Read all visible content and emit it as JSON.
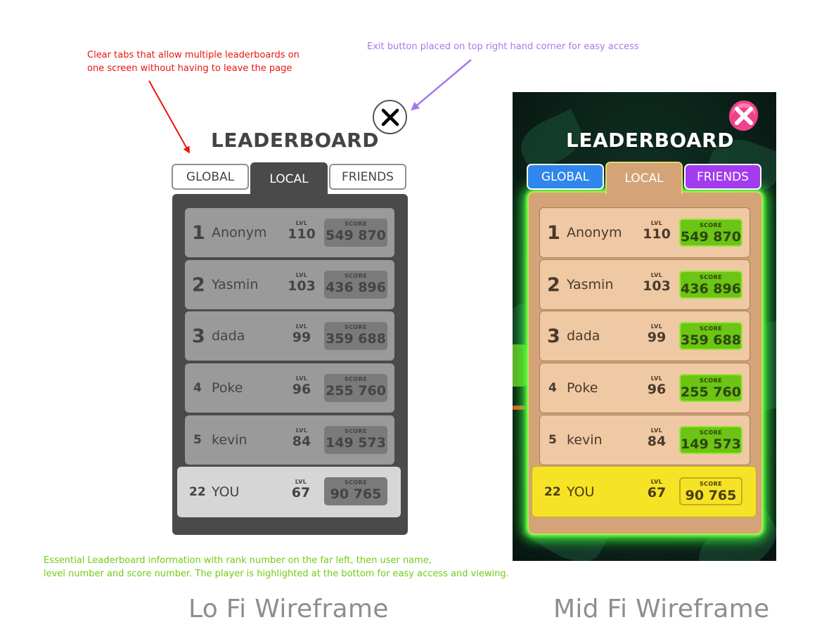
{
  "annotations": {
    "tabs_note": [
      "Clear tabs that allow multiple leaderboards on",
      "one screen without having to leave the page"
    ],
    "exit_note": "Exit button placed on top right hand corner for easy access",
    "info_note": [
      "Essential Leaderboard information with rank number on the far left, then user name,",
      "level number and score number. The player is highlighted at the bottom for easy access and viewing."
    ],
    "colors": {
      "tabs_note": "#e8140e",
      "exit_note": "#a678ec",
      "info_note": "#70cc14"
    }
  },
  "captions": {
    "lofi": "Lo Fi Wireframe",
    "midfi": "Mid Fi Wireframe"
  },
  "leaderboard": {
    "title": "LEADERBOARD",
    "tabs": [
      "GLOBAL",
      "LOCAL",
      "FRIENDS"
    ],
    "active_tab": "LOCAL",
    "level_label": "LVL",
    "score_label": "SCORE",
    "close_icon": "close-icon",
    "rows": [
      {
        "rank": "1",
        "name": "Anonym",
        "level": "110",
        "score": "549 870"
      },
      {
        "rank": "2",
        "name": "Yasmin",
        "level": "103",
        "score": "436 896"
      },
      {
        "rank": "3",
        "name": "dada",
        "level": "99",
        "score": "359 688"
      },
      {
        "rank": "4",
        "name": "Poke",
        "level": "96",
        "score": "255 760"
      },
      {
        "rank": "5",
        "name": "kevin",
        "level": "84",
        "score": "149 573"
      }
    ],
    "player": {
      "rank": "22",
      "name": "YOU",
      "level": "67",
      "score": "90 765"
    }
  },
  "midfi_colors": {
    "global_tab": "#2f86ec",
    "friends_tab": "#a33bf0",
    "panel": "#d4a377",
    "score_badge": "#6cc414",
    "player_row": "#f6e325",
    "close_button": "#f0428a",
    "glow": "#3cff3a"
  }
}
